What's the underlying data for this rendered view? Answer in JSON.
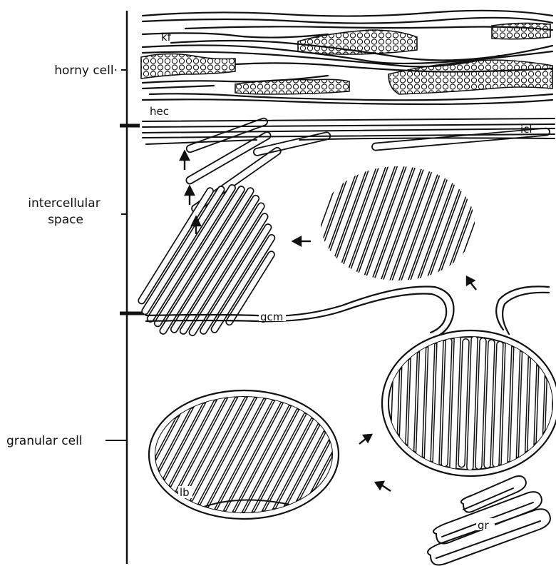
{
  "layer_labels": {
    "horny_cell": "horny cell·",
    "intercellular_line1": "intercellular",
    "intercellular_line2": "space",
    "granular_cell": "granular cell"
  },
  "structure_labels": {
    "kf": "kf",
    "hec": "hec",
    "icl": "icl",
    "gcm": "gcm",
    "lb": "lb",
    "gr": "gr"
  },
  "colors": {
    "ink": "#111111",
    "paper": "#ffffff"
  }
}
